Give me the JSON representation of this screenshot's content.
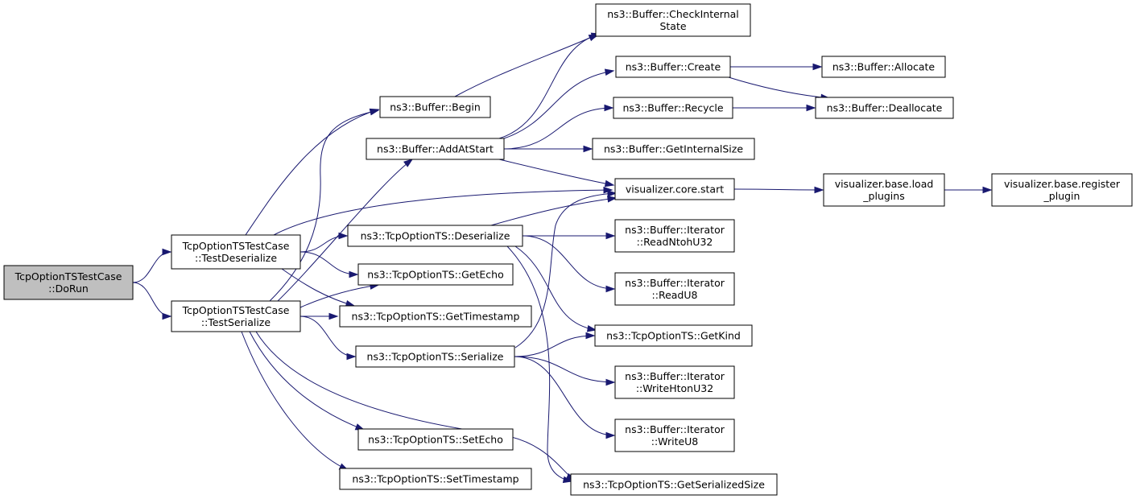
{
  "nodes": [
    {
      "id": "dorun",
      "lines": [
        "TcpOptionTSTestCase",
        "::DoRun"
      ],
      "root": true
    },
    {
      "id": "testdeser",
      "lines": [
        "TcpOptionTSTestCase",
        "::TestDeserialize"
      ]
    },
    {
      "id": "testser",
      "lines": [
        "TcpOptionTSTestCase",
        "::TestSerialize"
      ]
    },
    {
      "id": "begin",
      "lines": [
        "ns3::Buffer::Begin"
      ]
    },
    {
      "id": "addatstart",
      "lines": [
        "ns3::Buffer::AddAtStart"
      ]
    },
    {
      "id": "deserialize",
      "lines": [
        "ns3::TcpOptionTS::Deserialize"
      ]
    },
    {
      "id": "getecho",
      "lines": [
        "ns3::TcpOptionTS::GetEcho"
      ]
    },
    {
      "id": "gettimestamp",
      "lines": [
        "ns3::TcpOptionTS::GetTimestamp"
      ]
    },
    {
      "id": "serialize",
      "lines": [
        "ns3::TcpOptionTS::Serialize"
      ]
    },
    {
      "id": "setecho",
      "lines": [
        "ns3::TcpOptionTS::SetEcho"
      ]
    },
    {
      "id": "settimestamp",
      "lines": [
        "ns3::TcpOptionTS::SetTimestamp"
      ]
    },
    {
      "id": "checkinternal",
      "lines": [
        "ns3::Buffer::CheckInternal",
        "State"
      ]
    },
    {
      "id": "create",
      "lines": [
        "ns3::Buffer::Create"
      ]
    },
    {
      "id": "recycle",
      "lines": [
        "ns3::Buffer::Recycle"
      ]
    },
    {
      "id": "getinternalsize",
      "lines": [
        "ns3::Buffer::GetInternalSize"
      ]
    },
    {
      "id": "vcorestart",
      "lines": [
        "visualizer.core.start"
      ]
    },
    {
      "id": "readntohu32",
      "lines": [
        "ns3::Buffer::Iterator",
        "::ReadNtohU32"
      ]
    },
    {
      "id": "readu8",
      "lines": [
        "ns3::Buffer::Iterator",
        "::ReadU8"
      ]
    },
    {
      "id": "getkind",
      "lines": [
        "ns3::TcpOptionTS::GetKind"
      ]
    },
    {
      "id": "writehtonu32",
      "lines": [
        "ns3::Buffer::Iterator",
        "::WriteHtonU32"
      ]
    },
    {
      "id": "writeu8",
      "lines": [
        "ns3::Buffer::Iterator",
        "::WriteU8"
      ]
    },
    {
      "id": "getserializedsize",
      "lines": [
        "ns3::TcpOptionTS::GetSerializedSize"
      ]
    },
    {
      "id": "allocate",
      "lines": [
        "ns3::Buffer::Allocate"
      ]
    },
    {
      "id": "deallocate",
      "lines": [
        "ns3::Buffer::Deallocate"
      ]
    },
    {
      "id": "loadplugins",
      "lines": [
        "visualizer.base.load",
        "_plugins"
      ]
    },
    {
      "id": "registerplugin",
      "lines": [
        "visualizer.base.register",
        "_plugin"
      ]
    }
  ],
  "edges": [
    [
      "dorun",
      "testdeser"
    ],
    [
      "dorun",
      "testser"
    ],
    [
      "testdeser",
      "begin"
    ],
    [
      "testdeser",
      "deserialize"
    ],
    [
      "testdeser",
      "getecho"
    ],
    [
      "testdeser",
      "gettimestamp"
    ],
    [
      "testdeser",
      "vcorestart"
    ],
    [
      "testser",
      "begin"
    ],
    [
      "testser",
      "addatstart"
    ],
    [
      "testser",
      "getecho"
    ],
    [
      "testser",
      "gettimestamp"
    ],
    [
      "testser",
      "serialize"
    ],
    [
      "testser",
      "setecho"
    ],
    [
      "testser",
      "settimestamp"
    ],
    [
      "testser",
      "getserializedsize"
    ],
    [
      "begin",
      "checkinternal"
    ],
    [
      "addatstart",
      "checkinternal"
    ],
    [
      "addatstart",
      "create"
    ],
    [
      "addatstart",
      "recycle"
    ],
    [
      "addatstart",
      "getinternalsize"
    ],
    [
      "addatstart",
      "vcorestart"
    ],
    [
      "deserialize",
      "vcorestart"
    ],
    [
      "deserialize",
      "readntohu32"
    ],
    [
      "deserialize",
      "readu8"
    ],
    [
      "deserialize",
      "getkind"
    ],
    [
      "deserialize",
      "getserializedsize"
    ],
    [
      "serialize",
      "vcorestart"
    ],
    [
      "serialize",
      "getkind"
    ],
    [
      "serialize",
      "writehtonu32"
    ],
    [
      "serialize",
      "writeu8"
    ],
    [
      "create",
      "allocate"
    ],
    [
      "create",
      "deallocate"
    ],
    [
      "recycle",
      "deallocate"
    ],
    [
      "vcorestart",
      "loadplugins"
    ],
    [
      "loadplugins",
      "registerplugin"
    ]
  ]
}
